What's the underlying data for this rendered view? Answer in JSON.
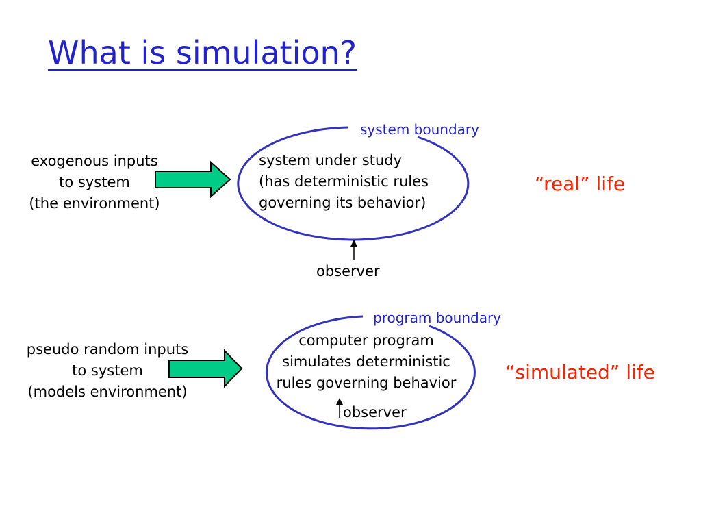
{
  "title": "What is simulation?",
  "colors": {
    "title": "#2222cc",
    "boundary": "#3333bb",
    "arrow_fill": "#00cc88",
    "life_label": "#ff2200",
    "text": "#000000"
  },
  "real": {
    "boundary_label": "system boundary",
    "inputs_lines": [
      "exogenous inputs",
      "to system",
      "(the environment)"
    ],
    "system_lines": [
      "system under study",
      "(has deterministic rules",
      "governing its behavior)"
    ],
    "observer": "observer",
    "life_label": "“real” life"
  },
  "simulated": {
    "boundary_label": "program boundary",
    "inputs_lines": [
      "pseudo random inputs",
      "to system",
      "(models environment)"
    ],
    "system_lines": [
      "computer program",
      "simulates deterministic",
      "rules governing behavior"
    ],
    "observer": "observer",
    "life_label": "“simulated” life"
  }
}
